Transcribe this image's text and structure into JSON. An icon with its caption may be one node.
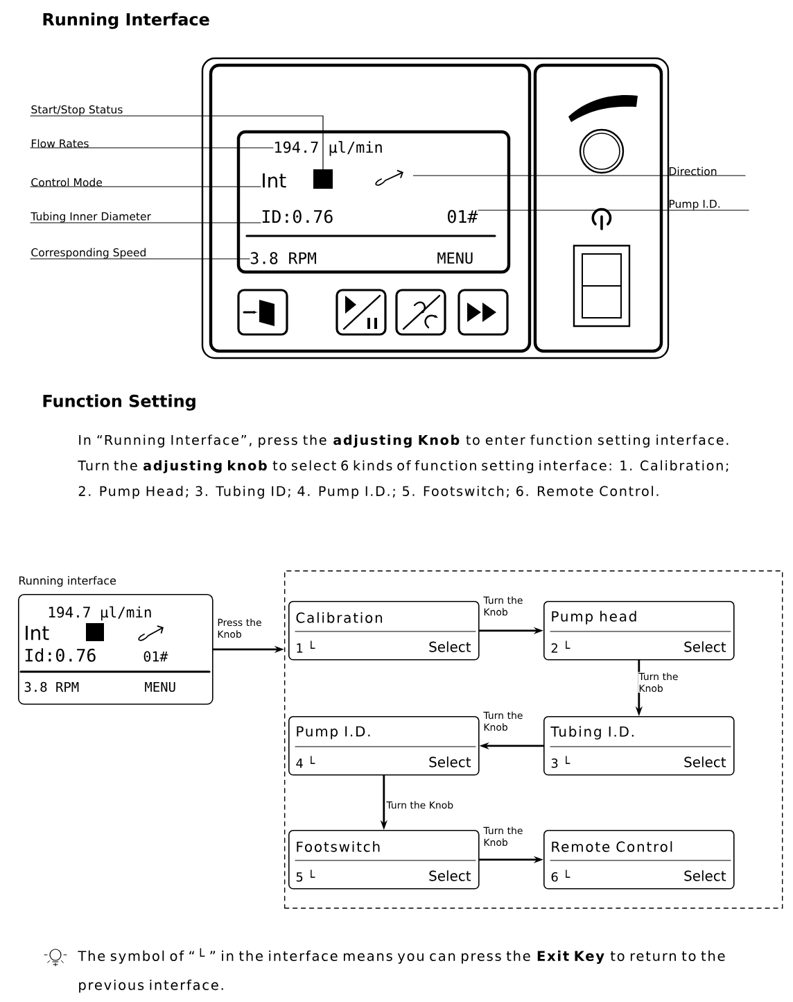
{
  "diagram": {
    "title": "Running Interface",
    "nodes": [
      {
        "text": [
          "Start/Stop Status"
        ]
      },
      {
        "text": [
          "Flow Rates"
        ]
      },
      {
        "text": [
          "Control Mode"
        ]
      },
      {
        "text": [
          "Tubing Inner Diameter"
        ]
      },
      {
        "text": [
          "Corresponding Speed"
        ]
      },
      {
        "text": [
          "Direction"
        ]
      },
      {
        "text": [
          "Pump I.D."
        ]
      },
      {
        "text": [],
        "shape": "box"
      },
      {
        "text": [
          "194.7 μl/min"
        ]
      },
      {
        "text": [
          "Int"
        ]
      },
      {
        "text": [],
        "shape": "arrow"
      },
      {
        "text": [
          "ID:0.76"
        ]
      },
      {
        "text": [
          "01#"
        ]
      },
      {
        "text": [
          "3.8 RPM"
        ]
      },
      {
        "text": [
          "MENU"
        ]
      },
      {
        "text": [
          "Running interface",
          "194.7 μl/min",
          "Int",
          "Id:0.76",
          "01#",
          "3.8 RPM",
          "MENU"
        ]
      },
      {
        "text": [],
        "shape": "box"
      },
      {
        "text": [
          "Calibration",
          "1 └",
          "Select"
        ],
        "in": 16
      },
      {
        "text": [
          "Pump head",
          "2 └",
          "Select"
        ],
        "in": 16
      },
      {
        "text": [
          "Pump I.D.",
          "4 └",
          "Select"
        ],
        "in": 16
      },
      {
        "text": [
          "Tubing I.D.",
          "3 └",
          "Select"
        ],
        "in": 16
      },
      {
        "text": [
          "Footswitch",
          "5 └",
          "Select"
        ],
        "in": 16
      },
      {
        "text": [
          "Remote Control",
          "6 └",
          "Select"
        ],
        "in": 16
      }
    ],
    "edges": [
      {
        "from": 0,
        "to": 7,
        "arrow": "none"
      },
      {
        "from": 1,
        "to": 8,
        "arrow": "none"
      },
      {
        "from": 2,
        "to": 9,
        "arrow": "none"
      },
      {
        "from": 3,
        "to": 11,
        "arrow": "none"
      },
      {
        "from": 4,
        "to": 13,
        "arrow": "none"
      },
      {
        "from": 5,
        "to": 10,
        "arrow": "none"
      },
      {
        "from": 6,
        "to": 12,
        "arrow": "none"
      },
      {
        "from": 15,
        "to": 16,
        "arrow": "to",
        "label": "Press the Knob"
      },
      {
        "from": 17,
        "to": 18,
        "arrow": "to",
        "label": "Turn the Knob"
      },
      {
        "from": 18,
        "to": 20,
        "arrow": "to",
        "label": "Turn the Knob"
      },
      {
        "from": 20,
        "to": 19,
        "arrow": "to",
        "label": "Turn the Knob"
      },
      {
        "from": 19,
        "to": 21,
        "arrow": "to",
        "label": "Turn the Knob"
      },
      {
        "from": 21,
        "to": 22,
        "arrow": "to",
        "label": "Turn the Knob"
      }
    ],
    "labels": [
      "Function Setting",
      "In “Running Interface”, press the **adjusting Knob** to enter function setting interface. Turn the **adjusting knob** to select 6 kinds of function setting interface: 1. Calibration; 2. Pump Head; 3. Tubing ID; 4. Pump I.D.; 5. Footswitch; 6. Remote Control.",
      "The symbol of “└ ” in the interface means you can press the **Exit Key** to return to the previous interface."
    ]
  }
}
